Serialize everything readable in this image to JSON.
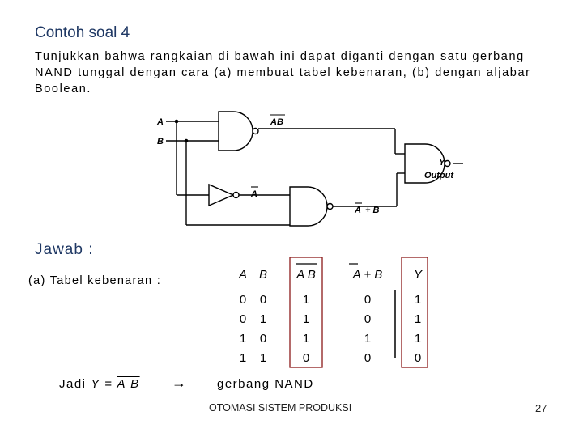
{
  "slide": {
    "title": "Contoh soal 4",
    "problem": "Tunjukkan bahwa rangkaian di bawah ini dapat diganti dengan satu gerbang NAND tunggal dengan cara (a) membuat tabel kebenaran, (b) dengan aljabar Boolean.",
    "footer": "OTOMASI SISTEM PRODUKSI",
    "page_number": "27"
  },
  "circuit": {
    "input_a": "A",
    "input_b": "B",
    "nand_output": "AB",
    "not_output": "A",
    "second_nand_output_a": "A",
    "second_nand_output_b": "+ B",
    "output_symbol": "Y",
    "output_label": "Output"
  },
  "answer": {
    "heading": "Jawab :",
    "table_label": "(a) Tabel kebenaran :",
    "headers": {
      "a": "A",
      "b": "B",
      "nand_ab": "A B",
      "nota_or_b": "A + B",
      "y": "Y"
    },
    "rows": [
      {
        "a": "0",
        "b": "0",
        "nand_ab": "1",
        "nota_or_b": "0",
        "y": "1"
      },
      {
        "a": "0",
        "b": "1",
        "nand_ab": "1",
        "nota_or_b": "0",
        "y": "1"
      },
      {
        "a": "1",
        "b": "0",
        "nand_ab": "1",
        "nota_or_b": "1",
        "y": "1"
      },
      {
        "a": "1",
        "b": "1",
        "nand_ab": "0",
        "nota_or_b": "0",
        "y": "0"
      }
    ],
    "conclusion_prefix": "Jadi ",
    "conclusion_expr_y": "Y = ",
    "conclusion_expr_ab": "A B",
    "arrow": "→",
    "conclusion_result": "gerbang NAND"
  },
  "colors": {
    "title": "#1f3864",
    "highlight_border": "#8b1a1a",
    "wire": "#000000"
  }
}
